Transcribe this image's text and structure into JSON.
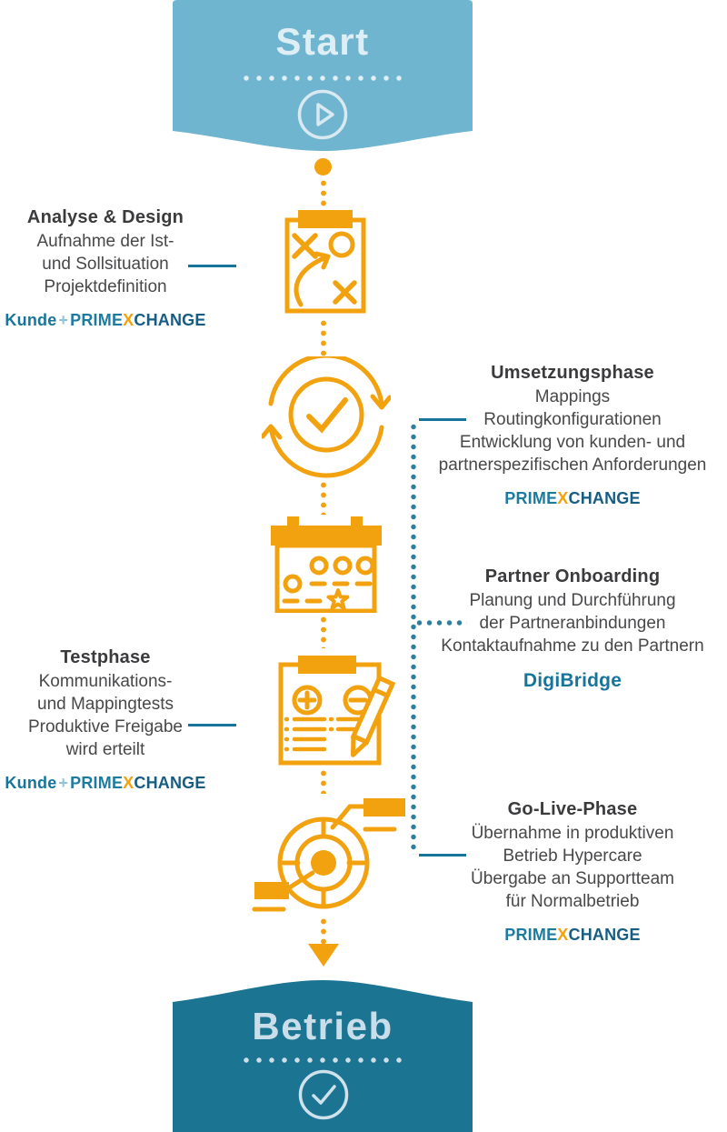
{
  "colors": {
    "orange": "#F2A10F",
    "teal_line": "#17749B",
    "banner_light_blue": "#6FB5CF",
    "banner_dark_teal": "#1B7492",
    "body_text": "#48484A"
  },
  "start_banner": {
    "label": "Start",
    "icon": "play-icon"
  },
  "end_banner": {
    "label": "Betrieb",
    "icon": "check-icon"
  },
  "logo_parts": {
    "kunde": "Kunde",
    "plus": "+",
    "prime": "PRIME",
    "x": "X",
    "change": "CHANGE",
    "digibridge": "DigiBridge"
  },
  "phases": [
    {
      "side": "left",
      "title": "Analyse & Design",
      "lines": [
        "Aufnahme der Ist-",
        "und Sollsituation",
        "Projektdefinition"
      ],
      "actor": "kunde_primexchange",
      "icon": "strategy-board-icon"
    },
    {
      "side": "right",
      "title": "Umsetzungsphase",
      "lines": [
        "Mappings",
        "Routingkonfigurationen",
        "Entwicklung von kunden- und",
        "partnerspezifischen Anforderungen"
      ],
      "actor": "primexchange",
      "icon": "cycle-check-icon"
    },
    {
      "side": "right",
      "title": "Partner Onboarding",
      "lines": [
        "Planung und Durchführung",
        "der Partneranbindungen",
        "Kontaktaufnahme zu den Partnern"
      ],
      "actor": "digibridge",
      "icon": "calendar-icon"
    },
    {
      "side": "left",
      "title": "Testphase",
      "lines": [
        "Kommunikations-",
        "und Mappingtests",
        "Produktive Freigabe",
        "wird erteilt"
      ],
      "actor": "kunde_primexchange",
      "icon": "checklist-pencil-icon"
    },
    {
      "side": "right",
      "title": "Go-Live-Phase",
      "lines": [
        "Übernahme in produktiven",
        "Betrieb Hypercare",
        "Übergabe an Supportteam",
        "für Normalbetrieb"
      ],
      "actor": "primexchange",
      "icon": "target-icon"
    }
  ]
}
